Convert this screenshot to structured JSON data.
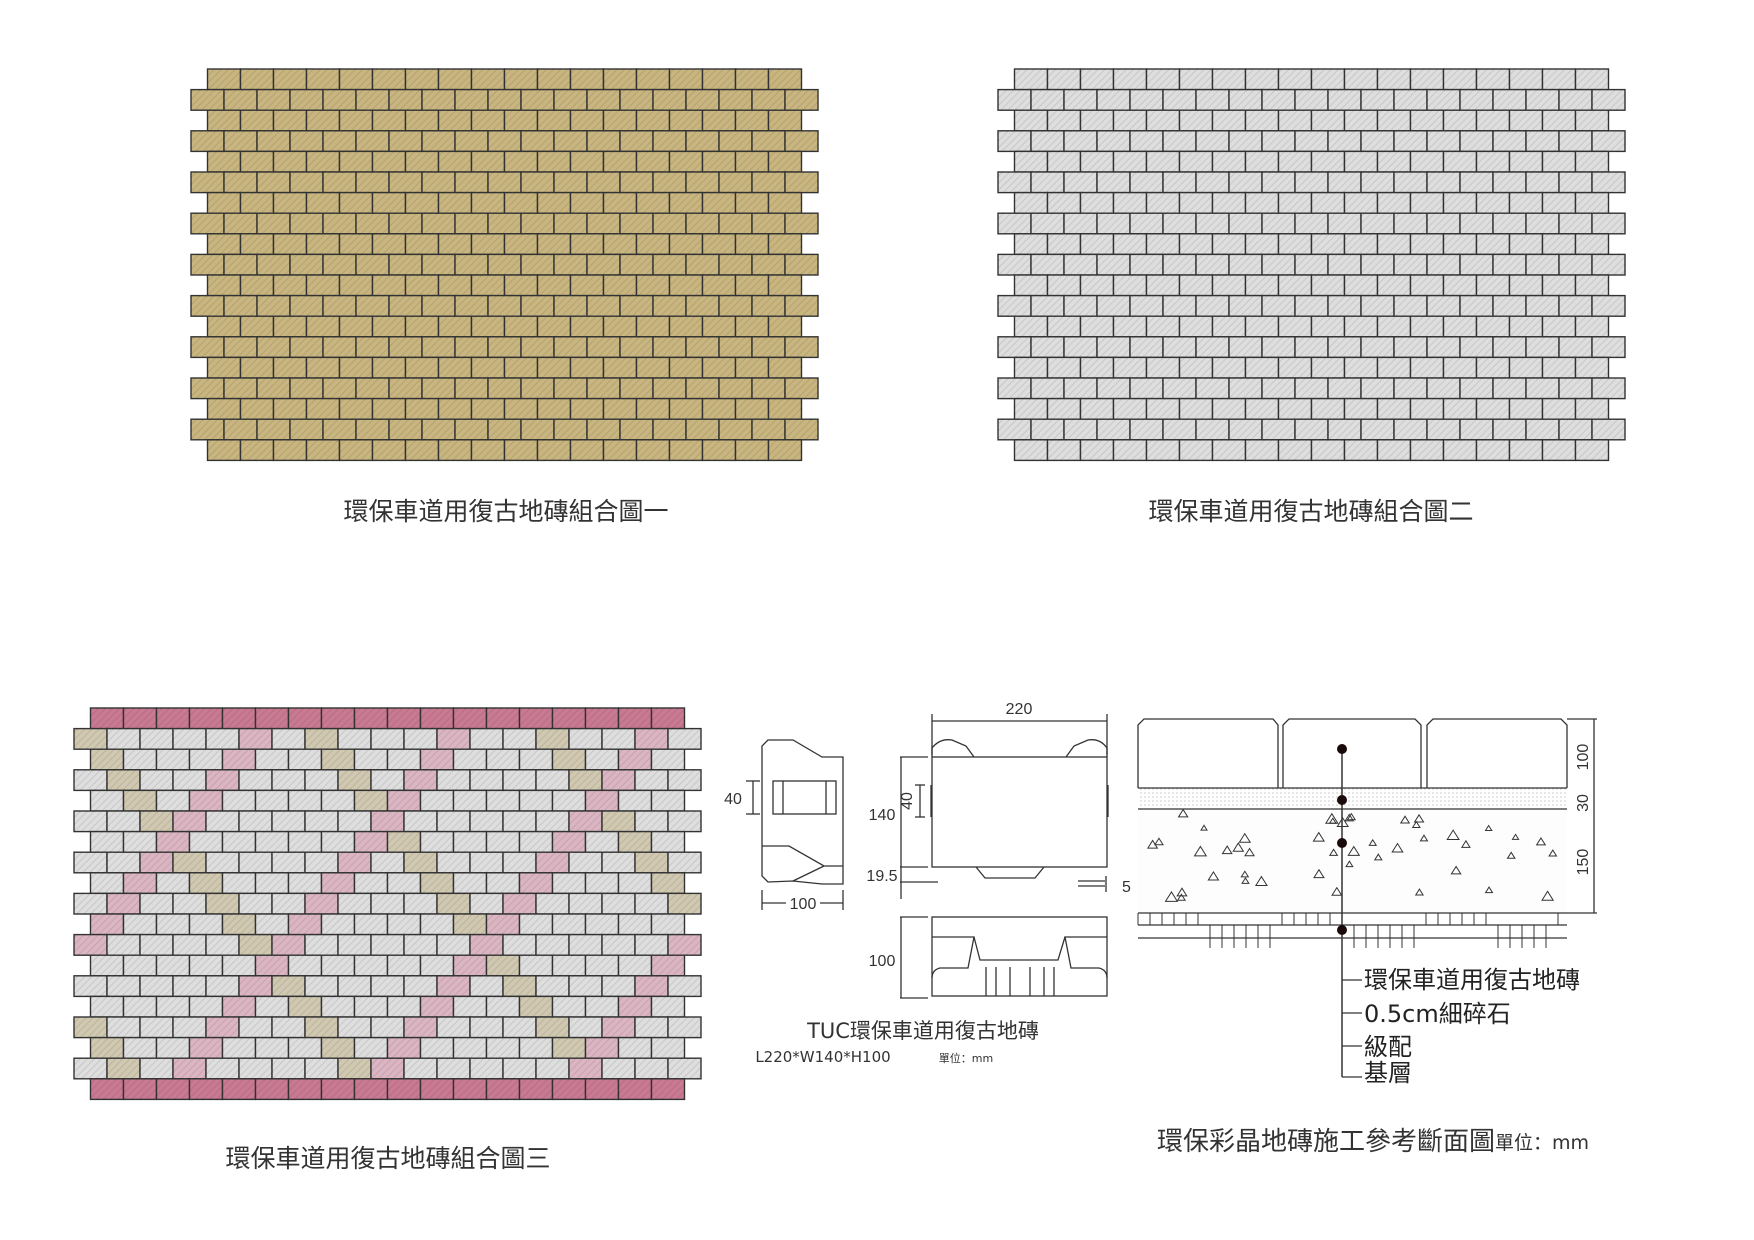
{
  "patterns": [
    {
      "caption": "環保車道用復古地磚組合圖一",
      "style": "solid"
    },
    {
      "caption": "環保車道用復古地磚組合圖二",
      "style": "diamond"
    },
    {
      "caption": "環保車道用復古地磚組合圖三",
      "style": "mixed"
    }
  ],
  "colors": {
    "tan": "#c8b57f",
    "grey": "#dedede",
    "pink_dark": "#c97a92",
    "pink_light": "#dbb6c2",
    "beige": "#d0c8b0",
    "line": "#333333"
  },
  "brick_drawing": {
    "dim_side_40": "40",
    "dim_side_100": "100",
    "dim_top_220": "220",
    "dim_top_140": "140",
    "dim_top_inner_40": "40",
    "dim_top_19_5": "19.5",
    "dim_top_5": "5",
    "dim_front_100": "100",
    "title": "TUC環保車道用復古地磚",
    "size": "L220*W140*H100",
    "unit": "單位：mm"
  },
  "section": {
    "dim_100": "100",
    "dim_30": "30",
    "dim_150": "150",
    "layers": [
      "環保車道用復古地磚",
      "0.5cm細碎石",
      "級配",
      "基層"
    ],
    "title": "環保彩晶地磚施工參考斷面圖",
    "unit": "單位：mm"
  }
}
